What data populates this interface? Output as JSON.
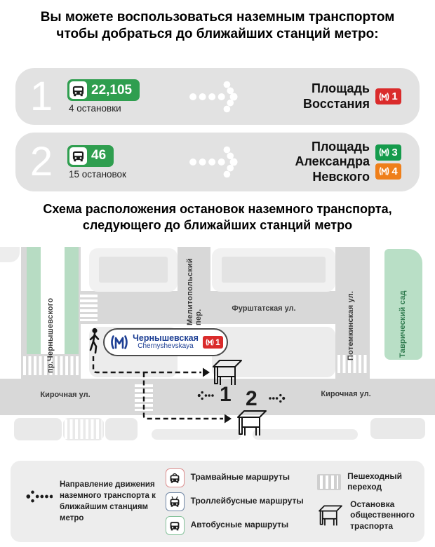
{
  "header": {
    "line1": "Вы можете воспользоваться наземным транспортом",
    "line2": "чтобы добраться до ближайших станций метро:"
  },
  "routes": [
    {
      "number": "1",
      "buses": "22,105",
      "stops": "4 остановки",
      "dest_line1": "Площадь Восстания",
      "dest_line2": "",
      "badges": [
        {
          "line": "1",
          "color": "#da2b2b"
        }
      ]
    },
    {
      "number": "2",
      "buses": "46",
      "stops": "15 остановок",
      "dest_line1": "Площадь",
      "dest_line2": "Александра Невского",
      "badges": [
        {
          "line": "3",
          "color": "#159b4c"
        },
        {
          "line": "4",
          "color": "#ef7f1a"
        }
      ]
    }
  ],
  "scheme_title": {
    "line1": "Схема расположения остановок наземного транспорта,",
    "line2": "следующего до ближайших станций метро"
  },
  "map": {
    "streets": {
      "chernyshevskogo": "пр.Чернышевского",
      "melitopolsky": "Мелитопольский пер.",
      "furshtatskaya": "Фурштатская ул.",
      "potemkinskaya": "Потемкинская ул.",
      "kirochnaya_left": "Кирочная ул.",
      "kirochnaya_right": "Кирочная ул.",
      "tavrichesky": "Таврический сад"
    },
    "station": {
      "name_ru": "Чернышевская",
      "name_en": "Chernyshevskaya",
      "line": "1"
    },
    "stop1": "1",
    "stop2": "2"
  },
  "legend": {
    "direction": "Направление движения наземного транспорта к ближайшим станциям метро",
    "tram": "Трамвайные маршруты",
    "trolleybus": "Троллейбусные маршруты",
    "bus": "Автобусные маршруты",
    "crosswalk": "Пешеходный переход",
    "stop": "Остановка общественного траспорта"
  },
  "colors": {
    "route_badge_green": "#2f9e4f",
    "metro_line1_red": "#da2b2b",
    "metro_line3_green": "#159b4c",
    "metro_line4_orange": "#ef7f1a",
    "metro_logo_blue": "#1d3f94",
    "park_green": "#b9dfc6",
    "road_gray": "#d8d8d8"
  }
}
